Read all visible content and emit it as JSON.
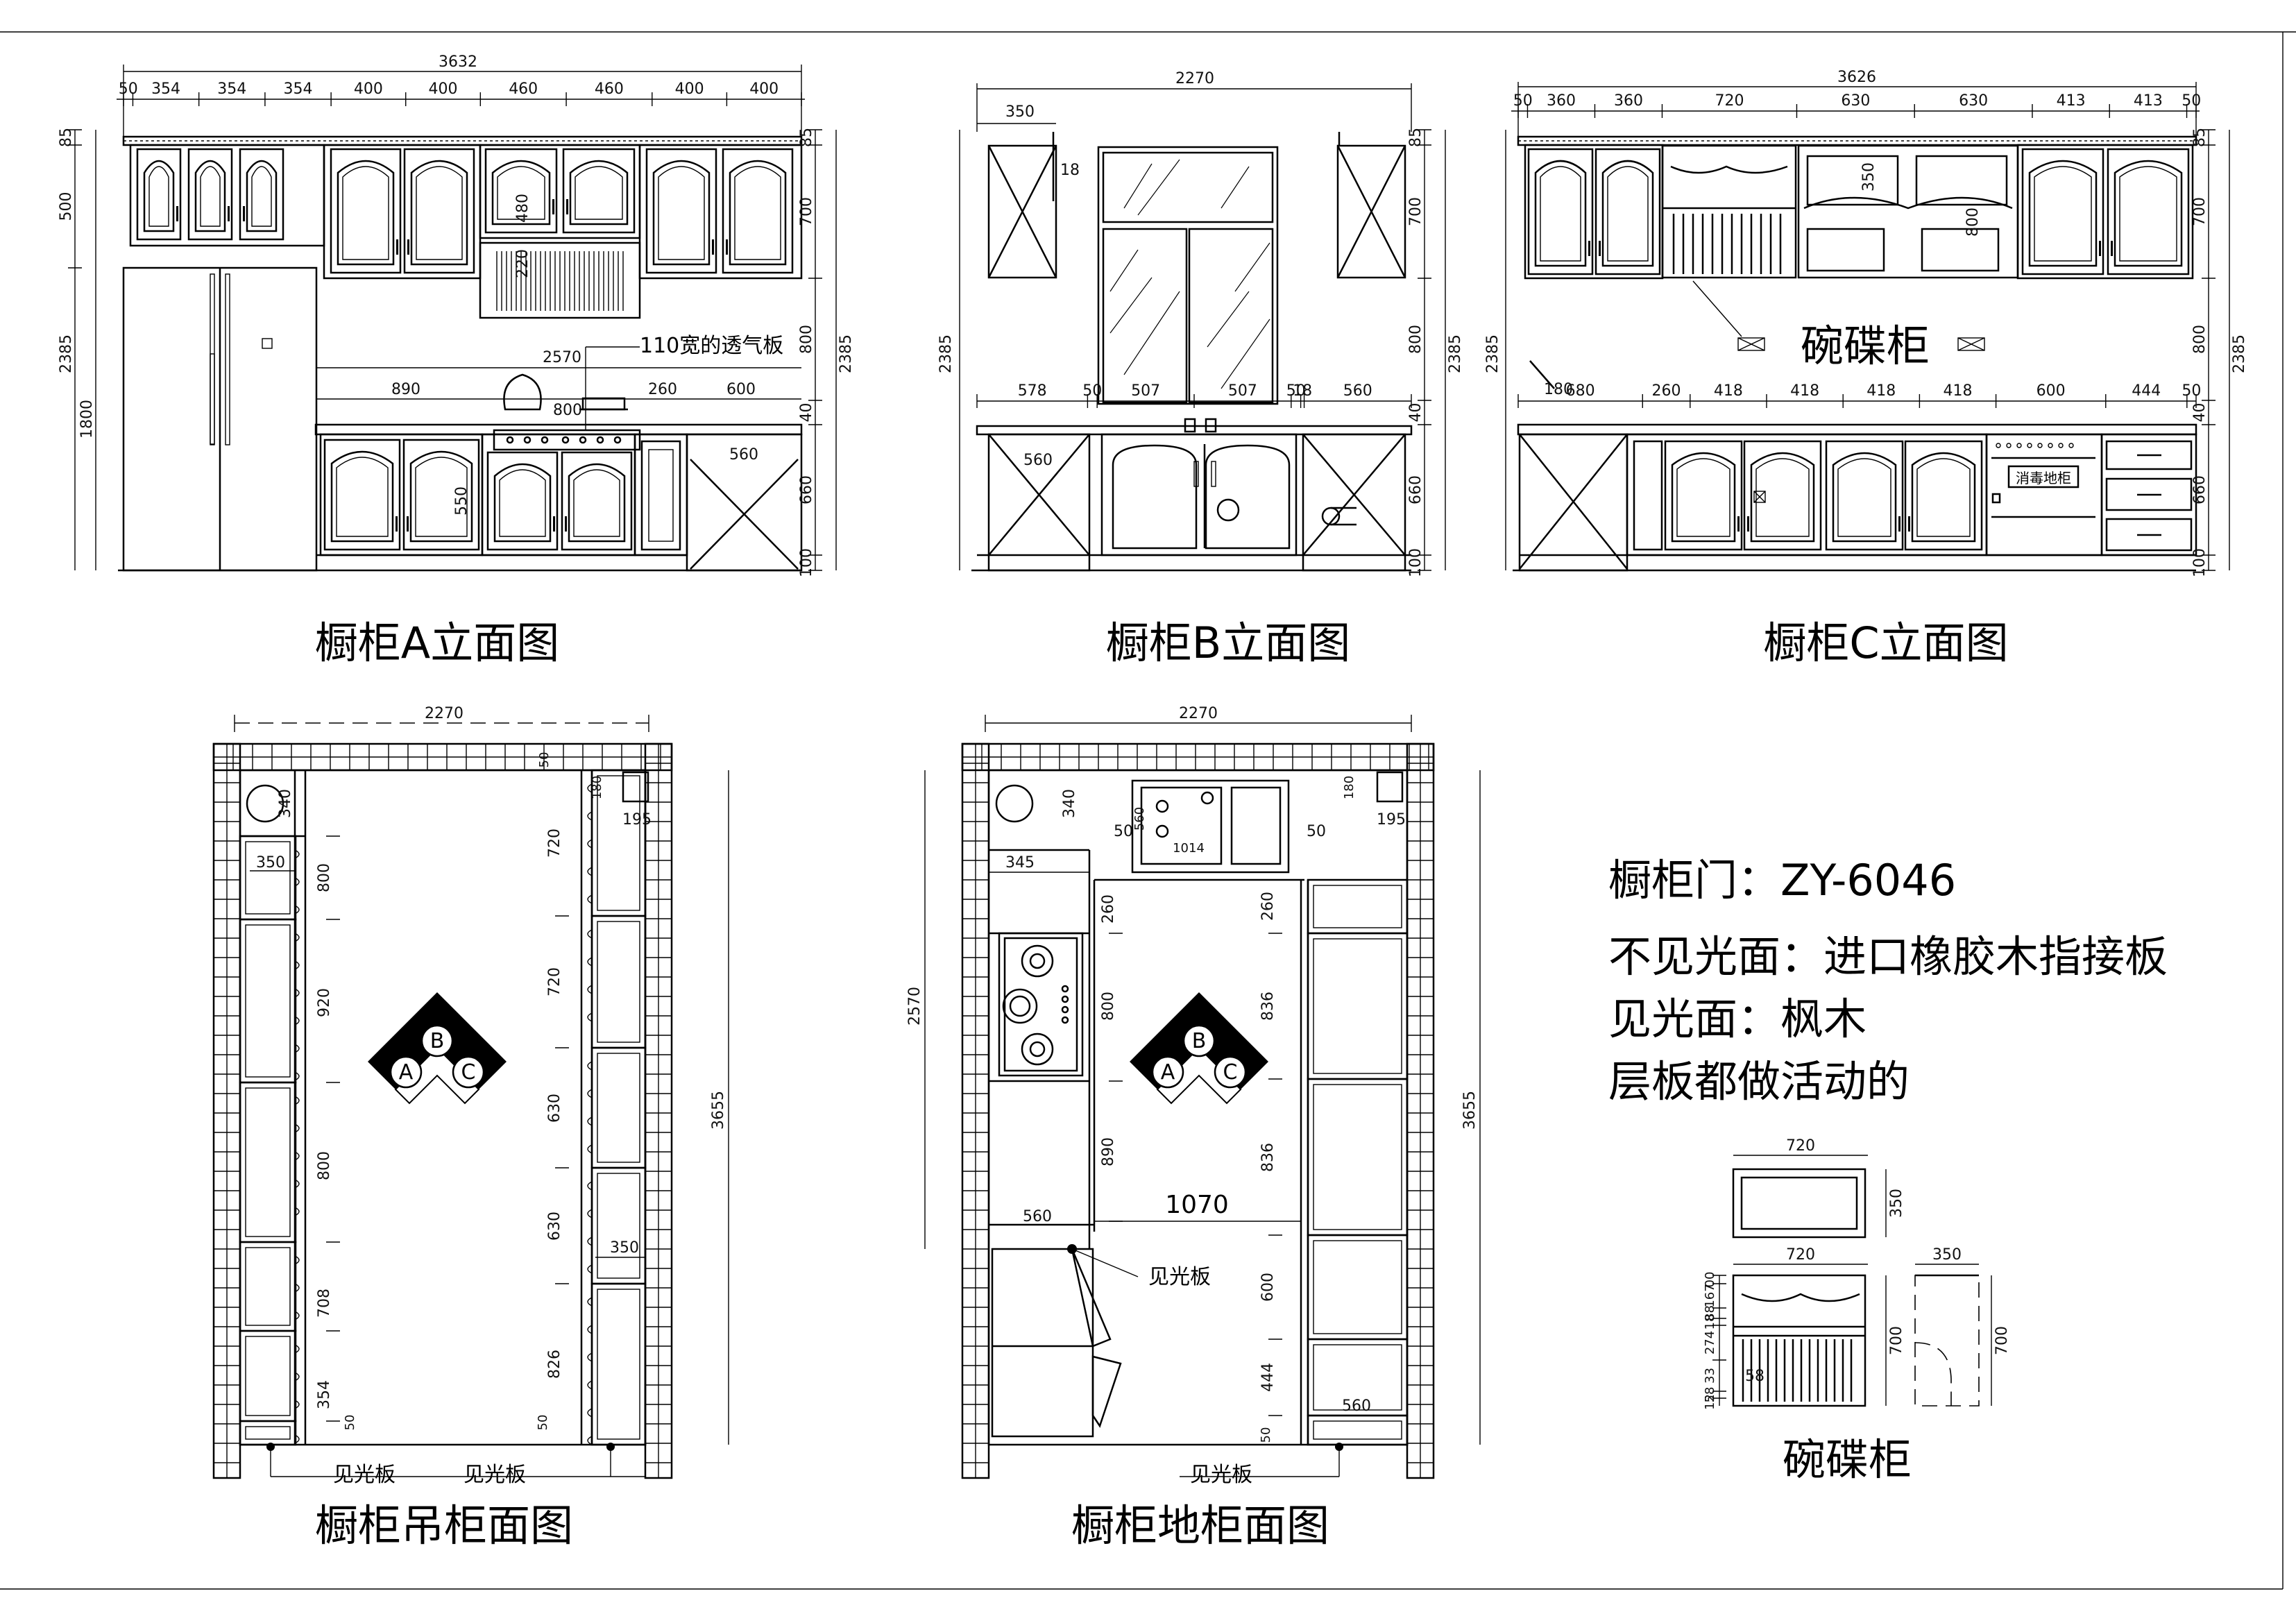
{
  "elevation_a": {
    "caption": "橱柜A立面图",
    "top_total": "3632",
    "top_segments": [
      "50",
      "354",
      "354",
      "354",
      "400",
      "400",
      "460",
      "460",
      "400",
      "400"
    ],
    "left_dims": [
      "85",
      "500",
      "2385",
      "1800"
    ],
    "right_dims": [
      "85",
      "700",
      "800",
      "40",
      "660",
      "100"
    ],
    "right_total": "2385",
    "inner": {
      "d2570": "2570",
      "d890": "890",
      "d800": "800",
      "d260": "260",
      "d600": "600",
      "d560": "560",
      "d480": "480",
      "d220": "220",
      "d550": "550"
    },
    "vent_note": "110宽的透气板"
  },
  "elevation_b": {
    "caption": "橱柜B立面图",
    "top_total": "2270",
    "d350": "350",
    "d18": "18",
    "left_total": "2385",
    "right_dims": [
      "85",
      "700",
      "800",
      "40",
      "660",
      "100"
    ],
    "right_total": "2385",
    "bottom_segments": [
      "578",
      "50",
      "507",
      "507",
      "50",
      "18",
      "560"
    ],
    "d560": "560"
  },
  "elevation_c": {
    "caption": "橱柜C立面图",
    "top_total": "3626",
    "top_segments": [
      "50",
      "360",
      "360",
      "720",
      "630",
      "630",
      "413",
      "413",
      "50"
    ],
    "left_total": "2385",
    "right_dims": [
      "85",
      "700",
      "800",
      "40",
      "660",
      "100"
    ],
    "right_total": "2385",
    "bottom_segments": [
      "680",
      "260",
      "418",
      "418",
      "418",
      "418",
      "600",
      "444",
      "50"
    ],
    "d180": "180",
    "d350": "350",
    "d800": "800",
    "dish_label": "碗碟柜",
    "sterilizer_label": "消毒地柜"
  },
  "plan_wall": {
    "caption": "橱柜吊柜面图",
    "top_total": "2270",
    "right_total": "3655",
    "left_segments": [
      "340",
      "800",
      "920",
      "800",
      "708",
      "354"
    ],
    "right_segments": [
      "720",
      "720",
      "630",
      "630",
      "826"
    ],
    "d350_left": "350",
    "d350_right": "350",
    "d50_top": "50",
    "d50_bottom_left": "50",
    "d50_bottom_right": "50",
    "d180": "180",
    "d195": "195",
    "visible_label_1": "见光板",
    "visible_label_2": "见光板",
    "markers": [
      "A",
      "B",
      "C"
    ]
  },
  "plan_base": {
    "caption": "橱柜地柜面图",
    "top_total": "2270",
    "left_total": "2570",
    "right_total": "3655",
    "left_segments": [
      "340",
      "260",
      "800",
      "890"
    ],
    "right_segments": [
      "260",
      "836",
      "836",
      "600",
      "444"
    ],
    "d345": "345",
    "d560_a": "560",
    "d560_b": "560",
    "d1070": "1070",
    "d50_a": "50",
    "d50_b": "50",
    "d50_c": "50",
    "d180": "180",
    "d195": "195",
    "sink_dims": [
      "560",
      "1014"
    ],
    "visible_label_1": "见光板",
    "visible_label_2": "见光板",
    "markers": [
      "A",
      "B",
      "C"
    ]
  },
  "notes": {
    "line1": "橱柜门：ZY-6046",
    "line2": "不见光面：进口橡胶木指接板",
    "line3": "见光面：枫木",
    "line4": "层板都做活动的"
  },
  "dish_rack_detail": {
    "caption": "碗碟柜",
    "top_width": "720",
    "top_height": "350",
    "front_width": "720",
    "front_height": "700",
    "side_width": "350",
    "side_height": "700",
    "left_dims": [
      "00",
      "167",
      "88",
      "18",
      "274",
      "33",
      "58",
      "12"
    ],
    "d58": "58"
  }
}
